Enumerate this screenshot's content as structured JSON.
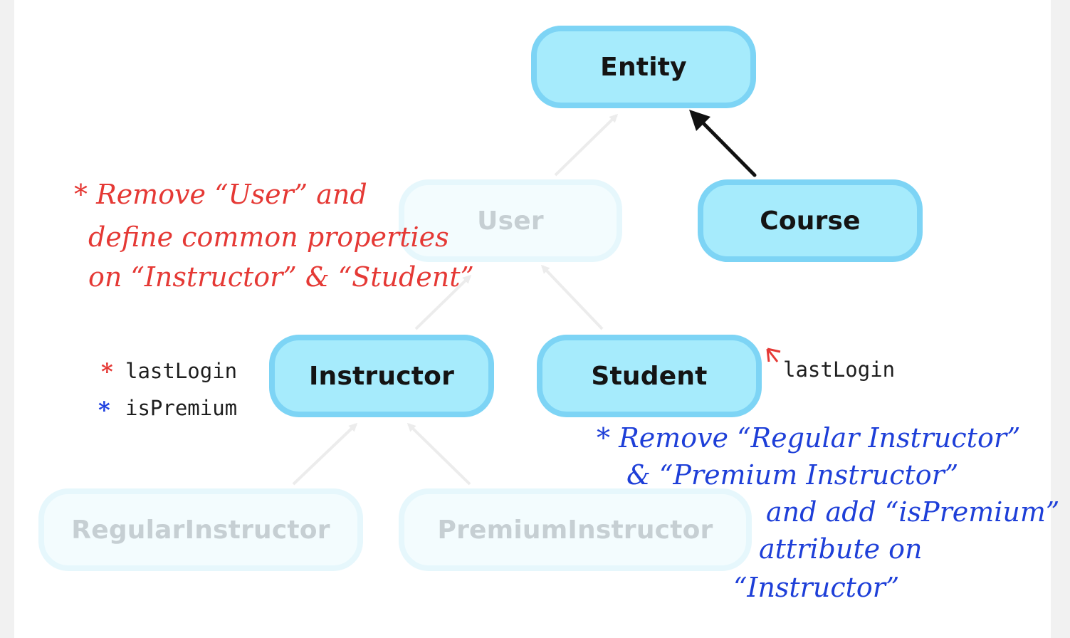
{
  "nodes": {
    "entity": "Entity",
    "user": "User",
    "course": "Course",
    "instructor": "Instructor",
    "student": "Student",
    "regular_instructor": "RegularInstructor",
    "premium_instructor": "PremiumInstructor"
  },
  "attributes": {
    "instructor": [
      "lastLogin",
      "isPremium"
    ],
    "student": [
      "lastLogin"
    ]
  },
  "annotations": {
    "red_note": [
      "* Remove “User” and",
      "define common properties",
      "on “Instructor” & “Student”"
    ],
    "blue_note": [
      "* Remove “Regular Instructor”",
      "& “Premium Instructor”",
      "and add “isPremium”",
      "attribute on",
      "“Instructor”"
    ]
  },
  "colors": {
    "node_fill": "#a6ebfc",
    "node_border": "#7dd4f5",
    "faded_fill": "#f3fcfe",
    "faded_border": "#e6f7fc",
    "annotation_red": "#e53935",
    "annotation_blue": "#1e3fd8",
    "arrow": "#111111",
    "faded_arrow": "#ececec"
  }
}
